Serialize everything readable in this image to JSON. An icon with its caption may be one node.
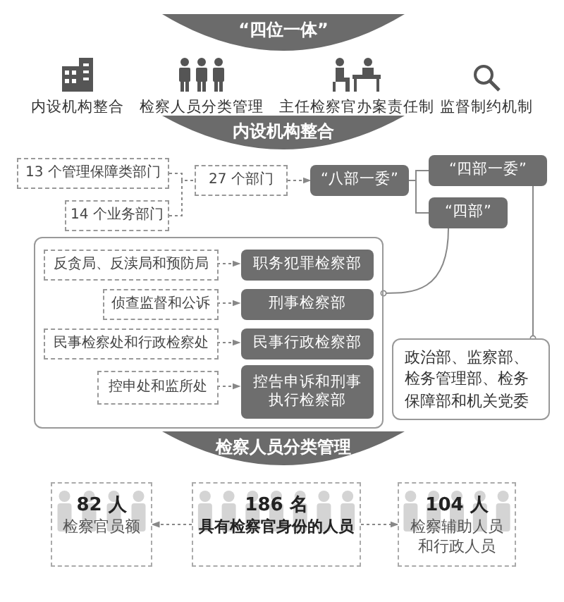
{
  "diagram": {
    "nodes": [
      {
        "text": [
          "“四位一体”"
        ]
      },
      {
        "text": [
          "内设机构整合"
        ]
      },
      {
        "text": [
          "13 个管理保障类部门"
        ]
      },
      {
        "text": [
          "14 个业务部门"
        ]
      },
      {
        "text": [
          "27 个部门"
        ]
      },
      {
        "text": [
          "“八部一委”"
        ]
      },
      {
        "text": [
          "“四部一委”"
        ]
      },
      {
        "text": [
          "“四部”"
        ]
      },
      {
        "text": [],
        "shape": "box"
      },
      {
        "text": [
          "反贪局、反渎局和预防局"
        ],
        "in": 8
      },
      {
        "text": [
          "职务犯罪检察部"
        ],
        "in": 8
      },
      {
        "text": [
          "侦查监督和公诉"
        ],
        "in": 8
      },
      {
        "text": [
          "刑事检察部"
        ],
        "in": 8
      },
      {
        "text": [
          "民事检察处和行政检察处"
        ],
        "in": 8
      },
      {
        "text": [
          "民事行政检察部"
        ],
        "in": 8
      },
      {
        "text": [
          "控申处和监所处"
        ],
        "in": 8
      },
      {
        "text": [
          "控告申诉和刑事执行检察部"
        ],
        "in": 8
      },
      {
        "text": [
          "政治部、监察部、检务管理部、检务保障部和机关党委"
        ]
      },
      {
        "text": [
          "检察人员分类管理"
        ]
      },
      {
        "text": [
          "82 人",
          "检察官员额"
        ]
      },
      {
        "text": [
          "186 名",
          "具有检察官身份的人员"
        ]
      },
      {
        "text": [
          "104 人",
          "检察辅助人员和行政人员"
        ]
      }
    ],
    "edges": [
      {
        "from": 2,
        "to": 4,
        "arrow": "none",
        "style": "dashed"
      },
      {
        "from": 3,
        "to": 4,
        "arrow": "none",
        "style": "dashed"
      },
      {
        "from": 4,
        "to": 5,
        "arrow": "to",
        "style": "dashed"
      },
      {
        "from": 5,
        "to": 6,
        "arrow": "none"
      },
      {
        "from": 5,
        "to": 7,
        "arrow": "none"
      },
      {
        "from": 6,
        "to": 17,
        "arrow": "other"
      },
      {
        "from": 7,
        "to": 8,
        "arrow": "other"
      },
      {
        "from": 9,
        "to": 10,
        "arrow": "to",
        "style": "dashed"
      },
      {
        "from": 11,
        "to": 12,
        "arrow": "to",
        "style": "dashed"
      },
      {
        "from": 13,
        "to": 14,
        "arrow": "to",
        "style": "dashed"
      },
      {
        "from": 15,
        "to": 16,
        "arrow": "to",
        "style": "dashed"
      },
      {
        "from": 20,
        "to": 19,
        "arrow": "to",
        "style": "dashed"
      },
      {
        "from": 20,
        "to": 21,
        "arrow": "to",
        "style": "dashed"
      }
    ],
    "labels": [
      "内设机构整合",
      "检察人员分类管理",
      "主任检察官办案责任制",
      "监督制约机制"
    ]
  }
}
